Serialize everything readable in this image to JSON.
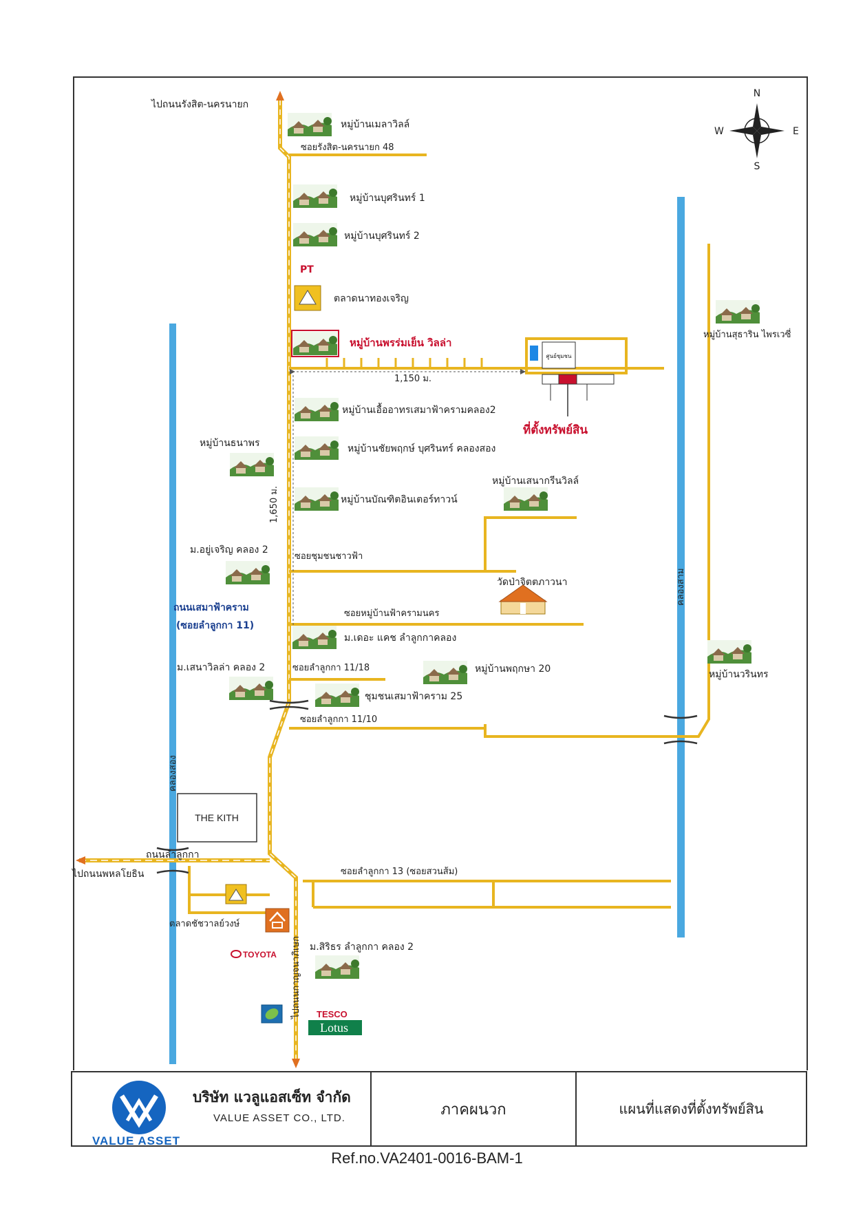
{
  "compass": {
    "n": "N",
    "s": "S",
    "e": "E",
    "w": "W"
  },
  "roads": {
    "to_rangsit_nakhonnayok": "ไปถนนรังสิต-นครนายก",
    "soi_rangsit_48": "ซอยรังสิต-นครนายก 48",
    "soi_chumchon_chaofa": "ซอยชุมชนชาวฟ้า",
    "soi_moo_ban_fa_khram_nakhon": "ซอยหมู่บ้านฟ้าครามนคร",
    "soi_lamlukka_11_18": "ซอยลำลูกกา 11/18",
    "soi_lamlukka_11_10": "ซอยลำลูกกา 11/10",
    "thanon_semafa_khram": "ถนนเสมาฟ้าคราม",
    "soi_lamlukka_11": "(ซอยลำลูกกา 11)",
    "thanon_lamlukka": "ถนนลำลูกกา",
    "to_phahonyothin": "ไปถนนพหลโยธิน",
    "soi_lamlukka_13": "ซอยลำลูกกา 13 (ซอยสวนส้ม)",
    "to_kanchanaphisek": "ไปถนนกาญจนาภิเษก"
  },
  "distances": {
    "horizontal": "1,150 ม.",
    "vertical": "1,650 ม."
  },
  "canals": {
    "klong_sam": "คลองสาม",
    "klong_song": "คลองสอง"
  },
  "places": {
    "mela_villas": "หมู่บ้านเมลาวิลล์",
    "bussarin_1": "หมู่บ้านบุศรินทร์ 1",
    "bussarin_2": "หมู่บ้านบุศรินทร์ 2",
    "market_natongcharoen": "ตลาดนาทองเจริญ",
    "phromrom_yen_villa": "หมู่บ้านพรร่มเย็น วิลล่า",
    "euea_arthorn": "หมู่บ้านเอื้ออาทรเสมาฟ้าครามคลอง2",
    "chaiyaphruek": "หมู่บ้านชัยพฤกษ์ บุศรินทร์ คลองสอง",
    "thanaporn": "หมู่บ้านธนาพร",
    "bandit_intertown": "หมู่บ้านบัณฑิตอินเตอร์ทาวน์",
    "sena_green_villa": "หมู่บ้านเสนากรีนวิลล์",
    "yucharoen": "ม.อยู่เจริญ คลอง 2",
    "wat_pa_chitta": "วัดป่าจิตตภาวนา",
    "the_cache": "ม.เดอะ แคช ลำลูกกาคลอง",
    "sena_villa": "ม.เสนาวิลล่า คลอง 2",
    "phruksa_20": "หมู่บ้านพฤกษา 20",
    "chumchon_semafa_25": "ชุมชนเสมาฟ้าคราม 25",
    "suthrin_praivasi": "หมู่บ้านสุธาริน ไพรเวซี่",
    "warinthorn": "หมู่บ้านวรินทร",
    "the_kith": "THE KITH",
    "market_chatchawan": "ตลาดชัชวาลย์วงษ์",
    "sirisorn": "ม.สิริธร ลำลูกกา คลอง 2",
    "toyota": "TOYOTA",
    "tesco": "TESCO",
    "lotus": "Lotus",
    "community_center": "ศูนย์ชุมชน",
    "property": "ที่ตั้งทรัพย์สิน"
  },
  "footer": {
    "logo_text": "VALUE ASSET",
    "company_th": "บริษัท แวลูแอสเซ็ท จำกัด",
    "company_en": "VALUE ASSET CO., LTD.",
    "annex": "ภาคผนวก",
    "map_title": "แผนที่แสดงที่ตั้งทรัพย์สิน"
  },
  "ref_no": "Ref.no.VA2401-0016-BAM-1",
  "colors": {
    "road": "#e8b520",
    "canal": "#4aa8e0",
    "property": "#c8102e",
    "brand": "#1565c0"
  }
}
